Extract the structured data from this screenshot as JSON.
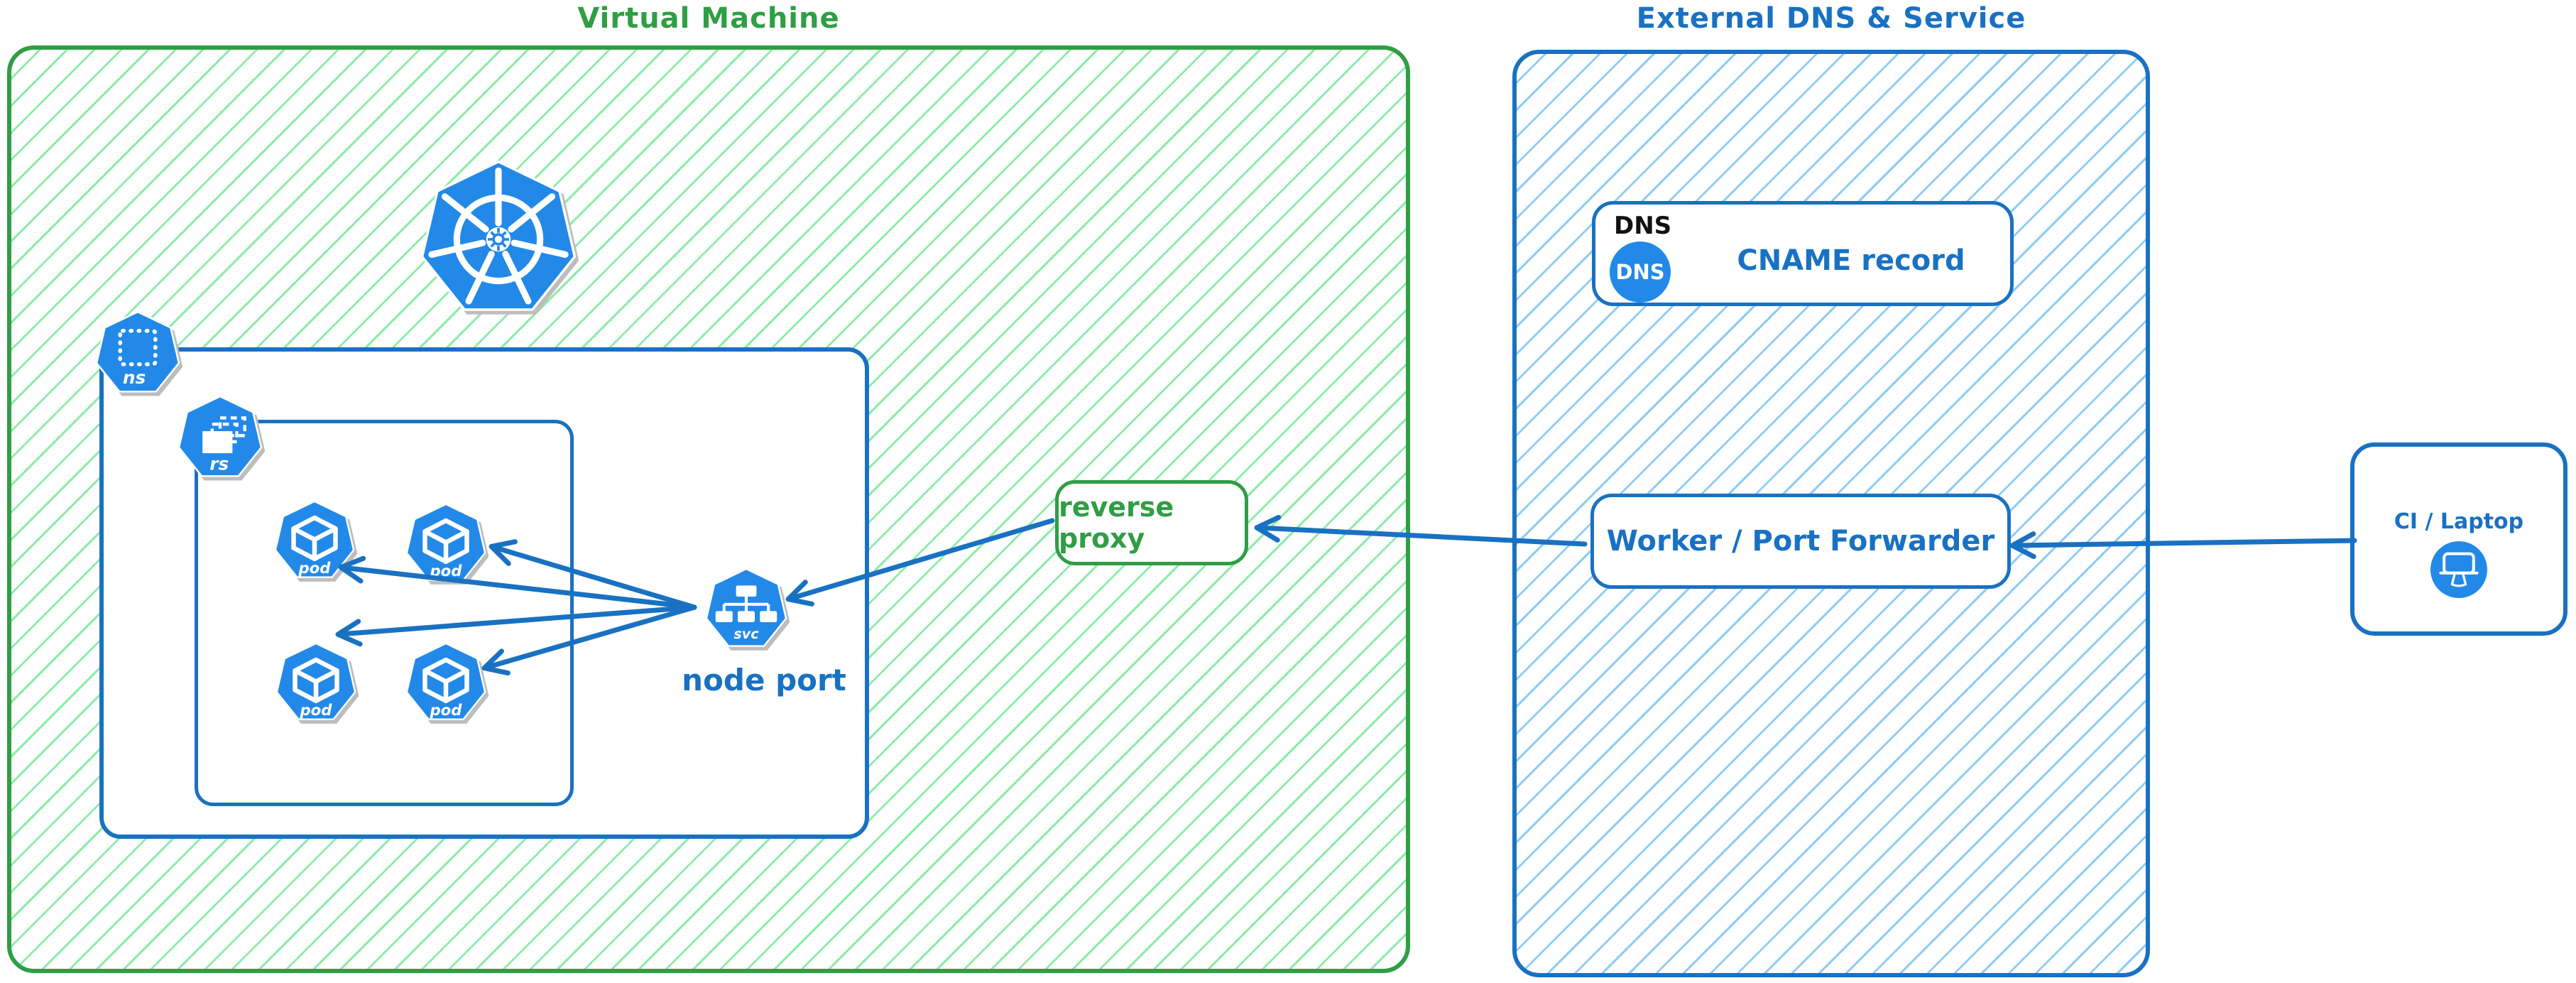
{
  "vm": {
    "title": "Virtual Machine",
    "namespace_icon_label": "ns",
    "replicaset_icon_label": "rs",
    "pods": [
      {
        "label": "pod"
      },
      {
        "label": "pod"
      },
      {
        "label": "pod"
      },
      {
        "label": "pod"
      }
    ],
    "service": {
      "icon_label": "svc",
      "caption": "node port"
    }
  },
  "reverse_proxy": {
    "label": "reverse proxy"
  },
  "external": {
    "title": "External DNS & Service",
    "dns_card": {
      "header": "DNS",
      "badge": "DNS",
      "record": "CNAME record"
    },
    "worker_card": {
      "label": "Worker / Port Forwarder"
    }
  },
  "client": {
    "label": "CI / Laptop"
  },
  "edges": [
    {
      "from": "ci-laptop",
      "to": "worker-port-forwarder"
    },
    {
      "from": "worker-port-forwarder",
      "to": "reverse-proxy"
    },
    {
      "from": "reverse-proxy",
      "to": "node-port-service"
    },
    {
      "from": "node-port-service",
      "to": "pod-1"
    },
    {
      "from": "node-port-service",
      "to": "pod-2"
    },
    {
      "from": "node-port-service",
      "to": "pod-3"
    },
    {
      "from": "node-port-service",
      "to": "pod-4"
    }
  ],
  "colors": {
    "green_stroke": "#2f9e44",
    "green_hatch": "#8deca9",
    "blue_stroke": "#1971c2",
    "blue_hatch": "#8ecdf7",
    "icon_blue": "#2289e8",
    "arrow_blue": "#1971c2"
  }
}
